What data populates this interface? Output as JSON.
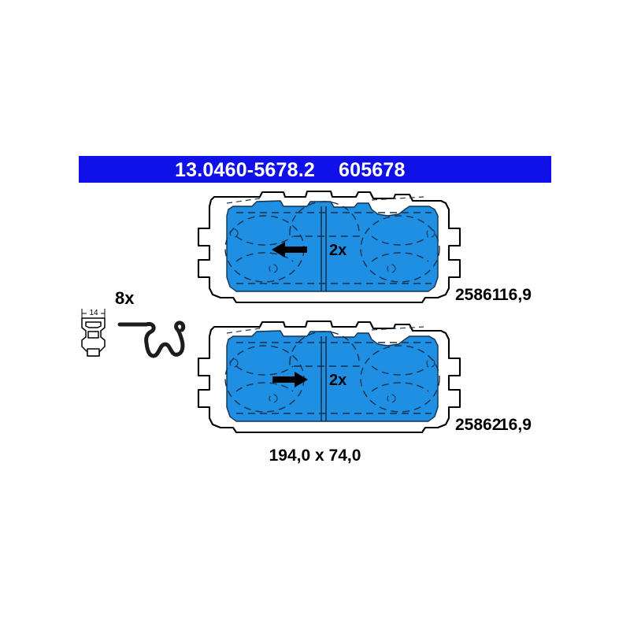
{
  "header": {
    "part_number": "13.0460-5678.2",
    "reference_number": "605678",
    "bar_color": "#1010e8",
    "text_color": "#ffffff"
  },
  "colors": {
    "friction_blue": "#1e8fe3",
    "plate_white": "#ffffff",
    "outline_black": "#000000"
  },
  "accessories": {
    "quantity_label": "8x",
    "clip_dimension": "14",
    "clip_icon": "brake-pad-clip-icon",
    "spring_icon": "retaining-spring-wire-icon"
  },
  "pads": [
    {
      "id": "upper-pad",
      "wva_number": "25861",
      "thickness": "16,9",
      "quantity_label": "2x",
      "arrow_direction": "left",
      "arrow_icon": "arrow-left-icon"
    },
    {
      "id": "lower-pad",
      "wva_number": "25862",
      "thickness": "16,9",
      "quantity_label": "2x",
      "arrow_direction": "right",
      "arrow_icon": "arrow-right-icon"
    }
  ],
  "dimensions": {
    "overall": "194,0 x 74,0"
  }
}
